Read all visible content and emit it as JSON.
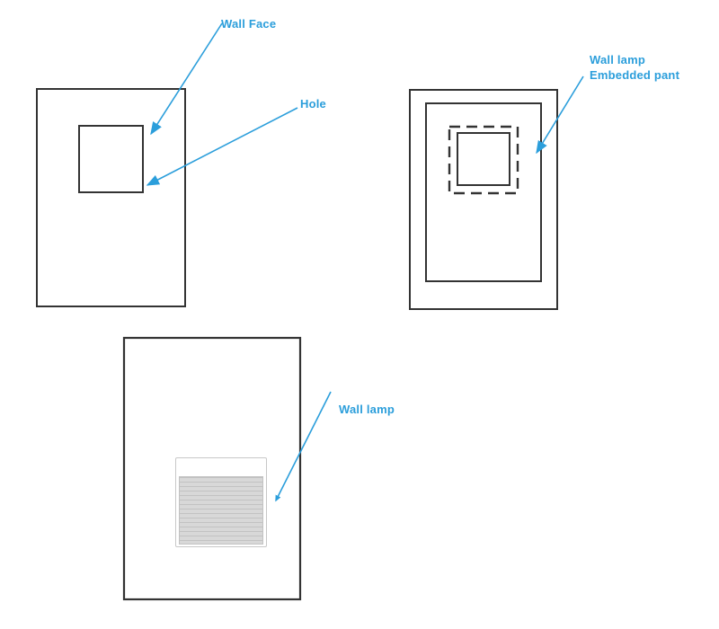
{
  "diagram": {
    "kind": "wall-lamp-installation-diagram",
    "labels": {
      "wall_face": "Wall Face",
      "hole": "Hole",
      "wall_lamp_top": "Wall lamp",
      "embedded_pant": "Embedded pant",
      "wall_lamp_bottom": "Wall lamp"
    },
    "colors": {
      "accent_blue": "#2B9EDB",
      "outline": "#333333",
      "lamp_frame_border": "#c8c8c8",
      "grille_fill": "#d8d8d8",
      "grille_line": "#c2c2c2"
    }
  }
}
